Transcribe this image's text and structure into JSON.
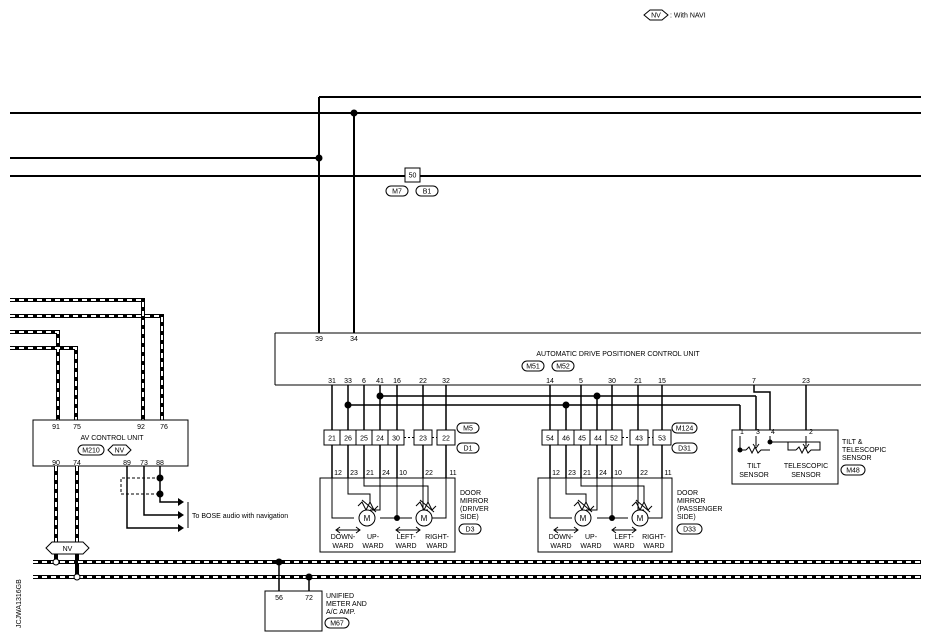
{
  "legend": {
    "badge": "NV",
    "text": ": With NAVI"
  },
  "splice_50": {
    "num": "50",
    "tags": [
      "M7",
      "B1"
    ]
  },
  "adp_unit": {
    "name": "AUTOMATIC DRIVE POSITIONER CONTROL UNIT",
    "connectors": [
      "M51",
      "M52"
    ],
    "top_pins": [
      "39",
      "34"
    ],
    "bottom_pins": [
      "31",
      "33",
      "6",
      "41",
      "16",
      "22",
      "32",
      "14",
      "5",
      "30",
      "21",
      "15",
      "7",
      "23"
    ]
  },
  "av_unit": {
    "name": "AV CONTROL UNIT",
    "connector": "M210",
    "badge": "NV",
    "top_pins": [
      "91",
      "75",
      "92",
      "76"
    ],
    "bottom_pins": [
      "90",
      "74",
      "89",
      "73",
      "88"
    ]
  },
  "bose_note": "To BOSE audio with navigation",
  "nv_badge": "NV",
  "driver_connector": {
    "pins": [
      "21",
      "26",
      "25",
      "24",
      "30",
      "23",
      "22"
    ],
    "tags": [
      "M5",
      "D1"
    ]
  },
  "driver_mirror": {
    "name": [
      "DOOR",
      "MIRROR",
      "(DRIVER",
      "SIDE)"
    ],
    "tag": "D3",
    "top_pins": [
      "12",
      "23",
      "21",
      "24",
      "10",
      "22",
      "11"
    ],
    "motor": "M",
    "labels": [
      "DOWN-",
      "WARD",
      "UP-",
      "WARD",
      "LEFT-",
      "WARD",
      "RIGHT-",
      "WARD"
    ]
  },
  "pass_connector": {
    "pins": [
      "54",
      "46",
      "45",
      "44",
      "52",
      "43",
      "53"
    ],
    "tags": [
      "M124",
      "D31"
    ]
  },
  "pass_mirror": {
    "name": [
      "DOOR",
      "MIRROR",
      "(PASSENGER",
      "SIDE)"
    ],
    "tag": "D33",
    "top_pins": [
      "12",
      "23",
      "21",
      "24",
      "10",
      "22",
      "11"
    ],
    "motor": "M",
    "labels": [
      "DOWN-",
      "WARD",
      "UP-",
      "WARD",
      "LEFT-",
      "WARD",
      "RIGHT-",
      "WARD"
    ]
  },
  "tilt_unit": {
    "name": [
      "TILT &",
      "TELESCOPIC",
      "SENSOR"
    ],
    "tag": "M48",
    "pins": [
      "1",
      "3",
      "4",
      "2"
    ],
    "tilt_label": [
      "TILT",
      "SENSOR"
    ],
    "tele_label": [
      "TELESCOPIC",
      "SENSOR"
    ]
  },
  "meter": {
    "name": [
      "UNIFIED",
      "METER AND",
      "A/C AMP."
    ],
    "tag": "M67",
    "pins": [
      "56",
      "72"
    ]
  },
  "doc_code": "JCJWA1316GB"
}
